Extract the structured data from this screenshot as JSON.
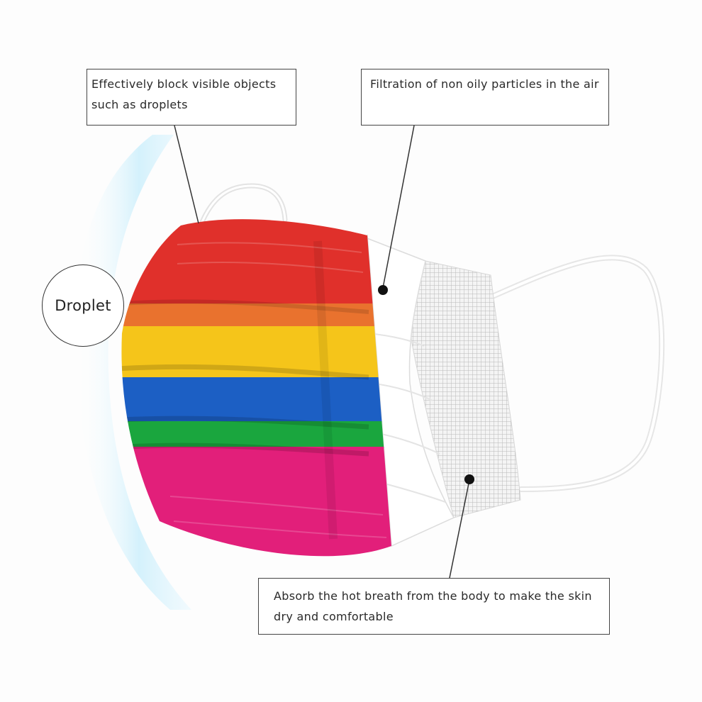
{
  "callouts": {
    "outer_layer": "Effectively block visible objects such as droplets",
    "middle_layer": "Filtration of non oily particles in the air",
    "inner_layer": "Absorb the hot breath from the body to make the skin dry and comfortable"
  },
  "droplet_label": "Droplet",
  "colors": {
    "red": "#e0302b",
    "orange": "#e9722e",
    "yellow": "#f5c51a",
    "blue": "#1c5fc4",
    "green": "#1aa63e",
    "magenta": "#e21f7a",
    "droplet_arc": "#cfeefb"
  }
}
